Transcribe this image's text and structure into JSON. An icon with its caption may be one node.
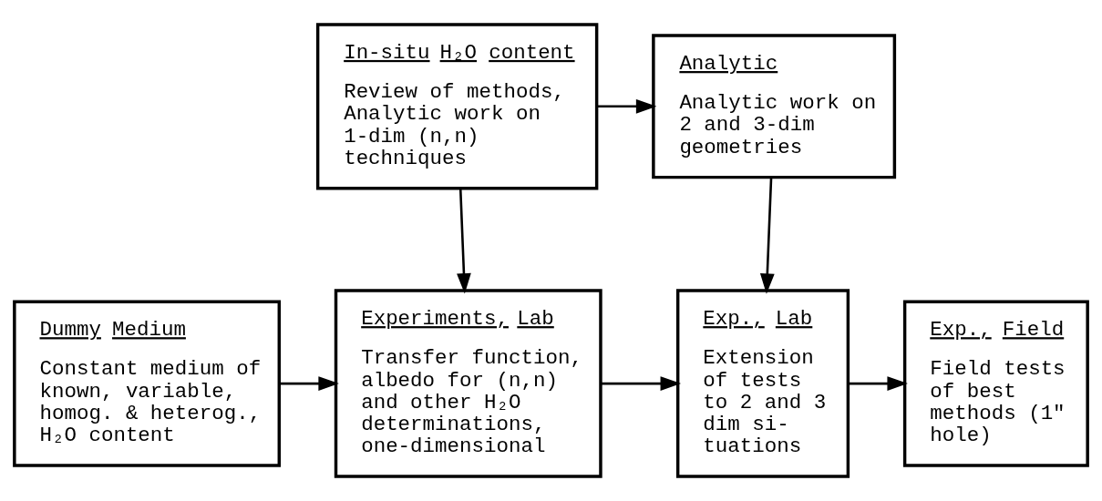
{
  "diagram": {
    "nodes": [
      {
        "text": [
          "In-situ H₂O content",
          "Review of methods, Analytic work on 1-dim (n,n) techniques"
        ]
      },
      {
        "text": [
          "Analytic",
          "Analytic work on 2 and 3-dim geometries"
        ]
      },
      {
        "text": [
          "Dummy Medium",
          "Constant medium of known, variable, homog. & heterog., H₂O content"
        ]
      },
      {
        "text": [
          "Experiments, Lab",
          "Transfer function, albedo for (n,n) and other H₂O determinations, one-dimensional"
        ]
      },
      {
        "text": [
          "Exp., Lab",
          "Extension of tests to 2 and 3 dim si- tuations"
        ]
      },
      {
        "text": [
          "Exp., Field",
          "Field tests of best methods (1\" hole)"
        ]
      }
    ],
    "edges": [
      {
        "from": 0,
        "to": 1,
        "arrow": "to"
      },
      {
        "from": 0,
        "to": 3,
        "arrow": "to"
      },
      {
        "from": 1,
        "to": 4,
        "arrow": "to"
      },
      {
        "from": 2,
        "to": 3,
        "arrow": "to"
      },
      {
        "from": 3,
        "to": 4,
        "arrow": "to"
      },
      {
        "from": 4,
        "to": 5,
        "arrow": "to"
      }
    ]
  }
}
